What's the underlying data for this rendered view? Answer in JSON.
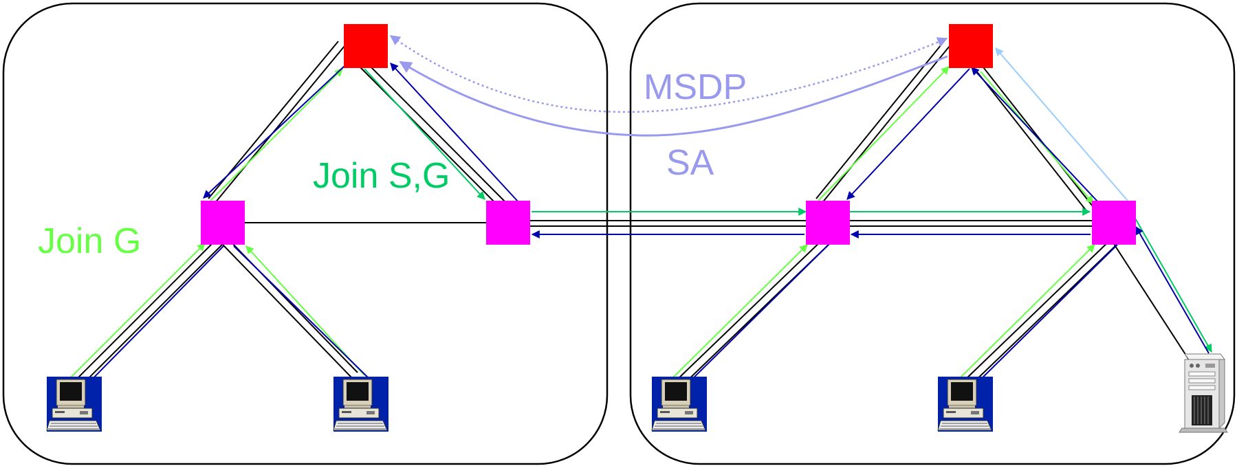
{
  "labels": {
    "msdp": "MSDP",
    "sa": "SA",
    "join_sg": "Join S,G",
    "join_g": "Join G"
  },
  "colors": {
    "rendezvous_point": "#ff0000",
    "router": "#ff00ff",
    "join_g": "#66ff44",
    "join_sg": "#00cc66",
    "data_flow": "#0000aa",
    "link": "#000000",
    "msdp": "#9999ee",
    "source_register": "#99ccff",
    "host_frame": "#0022aa"
  },
  "domains": [
    {
      "name": "left-domain"
    },
    {
      "name": "right-domain"
    }
  ],
  "icons": {
    "host": "desktop-computer-icon",
    "source": "server-tower-icon"
  }
}
